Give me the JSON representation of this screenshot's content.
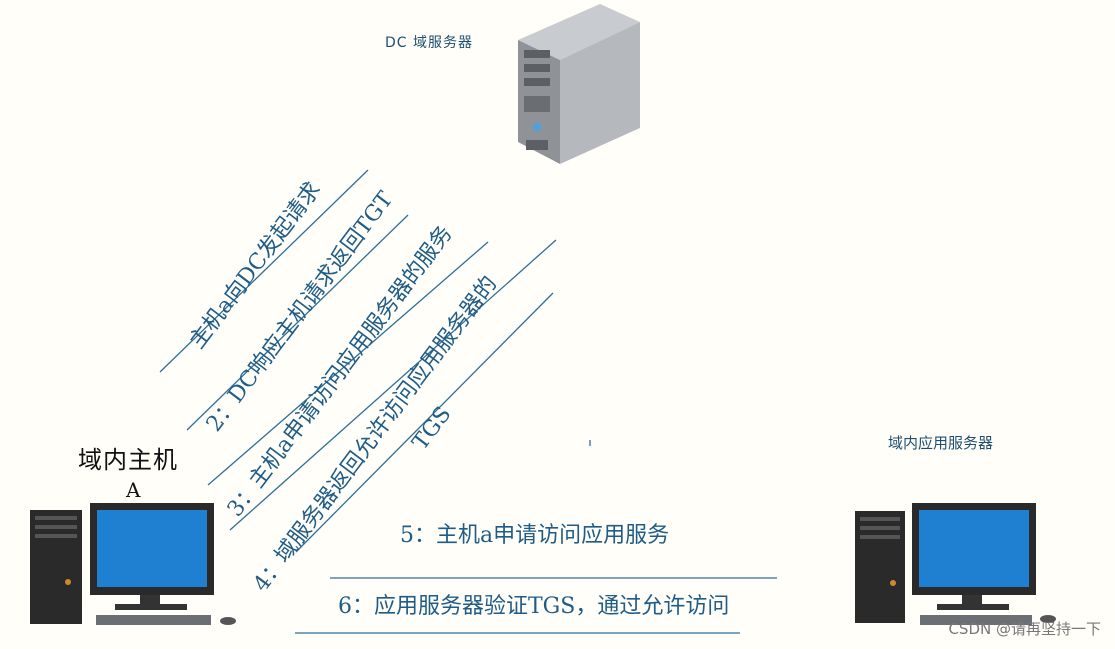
{
  "dc_server_label": "DC 域服务器",
  "host_label_line1": "域内主机",
  "host_label_line2": "A",
  "app_server_label": "域内应用服务器",
  "steps": {
    "step1": "主机a向DC发起请求",
    "step2": "2：DC响应主机请求返回TGT",
    "step3": "3：主机a申请访问应用服务器的服务",
    "step4_line1": "4：域服务器返回允许访问应用服务器的",
    "step4_line2": "TGS",
    "step5": "5：主机a申请访问应用服务",
    "step6": "6：应用服务器验证TGS，通过允许访问"
  },
  "watermark": "CSDN @请再坚持一下",
  "colors": {
    "line": "#2f6f96",
    "text": "#1f5c86",
    "server": "#8c8f94",
    "screen": "#1f7fd0"
  }
}
